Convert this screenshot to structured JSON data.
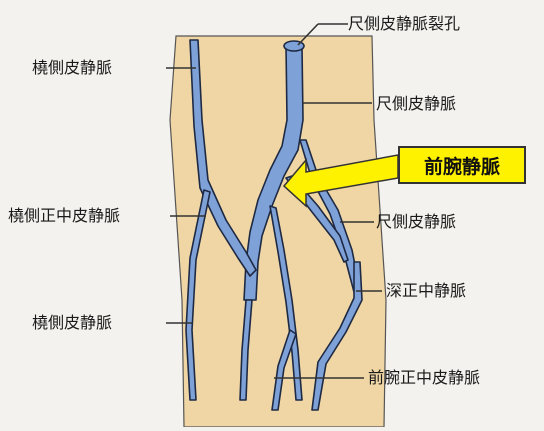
{
  "diagram": {
    "colors": {
      "background": "#f3f2ee",
      "arm_skin": "#f0d6a4",
      "vein_fill": "#7ea1d8",
      "vein_outline": "#1e2a44",
      "callout_fill": "#fff200",
      "arrow_fill": "#fff200",
      "leader_line": "#333333"
    },
    "labels": {
      "ulnar_perforating": "尺側皮静脈裂孔",
      "ulnar_upper": "尺側皮静脈",
      "ulnar_lower": "尺側皮静脈",
      "deep_median": "深正中静脈",
      "median_antebrachial": "前腕正中皮静脈",
      "radial_upper": "橈側皮静脈",
      "radial_median": "橈側正中皮静脈",
      "radial_lower": "橈側皮静脈"
    },
    "callout": {
      "text": "前腕静脈",
      "arrow_icon": "arrow-left-icon"
    }
  }
}
